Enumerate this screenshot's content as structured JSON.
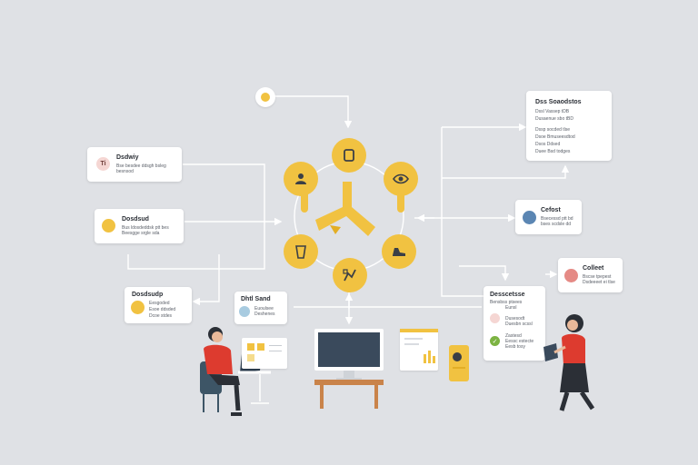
{
  "colors": {
    "background": "#dfe1e5",
    "accent": "#f1c241",
    "connector": "#ffffff",
    "person_shirt": "#dd3b2f",
    "chair": "#3d5566"
  },
  "cards": {
    "left_top": {
      "title": "Dsdwiy",
      "lines": [
        "Bse besdee ddsgh bsleg",
        "besnsod"
      ],
      "badge_icon": "t-letter-icon",
      "badge_text": "Ti"
    },
    "left_mid": {
      "title": "Dosdsud",
      "lines": [
        "Bus ldosdeddsk ptt bes",
        "Beesgge srgle sda"
      ],
      "badge_icon": "coin-icon"
    },
    "left_bottom": {
      "title": "Dosdsudp",
      "lines": [
        "Eesgoded",
        "Esoe ddsded",
        "Dcoe stdes"
      ],
      "badge_icon": "coin-icon"
    },
    "center_left": {
      "title": "Dhtl Sand",
      "lines": [
        "Euoulsee",
        "Deshenes"
      ],
      "badge_icon": "target-icon"
    },
    "right_top": {
      "title": "Dss Soaodstos",
      "lines": [
        "Dssl Vassep tDB",
        "Dusaenue sbo tBD",
        "Dssp socded tlse",
        "Dsoe Bmuseesdtod",
        "Dsos Ddsed",
        "Duee Bsd todges"
      ]
    },
    "right_mid": {
      "title": "Cefost",
      "lines": [
        "Bsecessd ptt bd",
        "bses scdsle dd"
      ],
      "badge_icon": "dollar-icon"
    },
    "right_small": {
      "title": "Colleet",
      "lines": [
        "Bscse tpepest",
        "Dsdeeeet ei tlse"
      ],
      "badge_icon": "record-icon"
    },
    "right_bottom": {
      "title": "Desscetsse",
      "lines": [
        "Bensbss ptsees",
        "Eunsl",
        "Dusesodt",
        "Duesbn scssl",
        "Zastesd",
        "Eessc estecte",
        "Eesb tosy"
      ]
    }
  },
  "hubs": [
    "clipboard-icon",
    "sticky-note-icon",
    "user-icon",
    "eye-icon",
    "cup-icon",
    "shoe-icon",
    "chart-icon"
  ],
  "top_badge_icon": "lightbulb-icon",
  "center_shape": "three-arm-hub-icon"
}
